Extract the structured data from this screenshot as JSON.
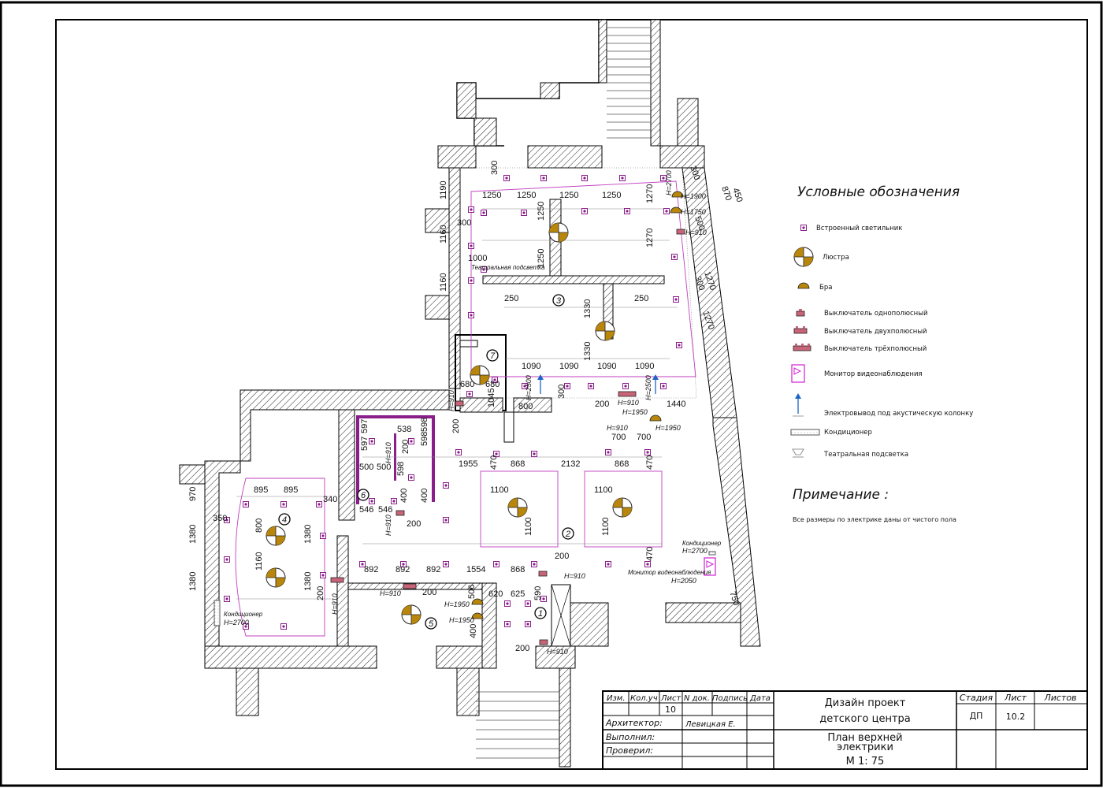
{
  "legend": {
    "title": "Условные обозначения",
    "items": [
      {
        "label": "Встроенный светильник",
        "icon": "recessed-light-icon"
      },
      {
        "label": "Люстра",
        "icon": "chandelier-icon"
      },
      {
        "label": "Бра",
        "icon": "sconce-icon"
      },
      {
        "label": "Выключатель однополюсный",
        "icon": "switch-1-icon"
      },
      {
        "label": "Выключатель двухполюсный",
        "icon": "switch-2-icon"
      },
      {
        "label": "Выключатель трёхполюсный",
        "icon": "switch-3-icon"
      },
      {
        "label": "Монитор видеонаблюдения",
        "icon": "cctv-monitor-icon"
      },
      {
        "label": "Электровывод под акустическую колонку",
        "icon": "speaker-outlet-icon"
      },
      {
        "label": "Кондиционер",
        "icon": "air-conditioner-icon"
      },
      {
        "label": "Театральная подсветка",
        "icon": "stage-light-icon"
      }
    ]
  },
  "note": {
    "title": "Примечание :",
    "text": "Все размеры по электрике даны от чистого пола"
  },
  "plan": {
    "rooms": [
      "1",
      "2",
      "3",
      "4",
      "5",
      "6",
      "7"
    ],
    "dims": {
      "d1250": "1250",
      "d1270": "1270",
      "d300": "300",
      "d1000": "1000",
      "d250": "250",
      "d1330": "1330",
      "d1090": "1090",
      "d680": "680",
      "d1045": "1045",
      "d800": "800",
      "d200": "200",
      "d1440": "1440",
      "d700": "700",
      "d870": "870",
      "d450": "450",
      "d500": "500",
      "d1190": "1190",
      "d1160": "1160",
      "d1955": "1955",
      "d868": "868",
      "d2132": "2132",
      "d470": "470",
      "d1100": "1100",
      "d892": "892",
      "d1554": "1554",
      "d895": "895",
      "d970": "970",
      "d1380": "1380",
      "d350": "350",
      "d340": "340",
      "d1160b": "1160",
      "d597": "597",
      "d538": "538",
      "d598": "598",
      "d546": "546",
      "d400": "400",
      "d620": "620",
      "d625": "625",
      "d590": "590",
      "d506": "506",
      "d750": "750"
    },
    "heights": {
      "h2700": "H=2700",
      "h1900": "H=1900",
      "h1750": "H=1750",
      "h910": "H=910",
      "h1950": "H=1950",
      "h2500": "H=2500",
      "h2050": "H=2050"
    },
    "labels": {
      "stage_light": "Театральная подсветка",
      "ac": "Кондиционер",
      "cctv": "Монитор видеонаблюдения"
    }
  },
  "titleblock": {
    "headers": [
      "Изм.",
      "Кол.уч",
      "Лист",
      "N док.",
      "Подпись",
      "Дата"
    ],
    "change_sheet": "10",
    "roles": [
      {
        "role": "Архитектор:",
        "name": "Левицкая Е."
      },
      {
        "role": "Выполнил:",
        "name": ""
      },
      {
        "role": "Проверил:",
        "name": ""
      }
    ],
    "project": "Дизайн проект детского центра",
    "drawing": "План верхней электрики",
    "scale": "М 1: 75",
    "stage_header": "Стадия",
    "sheet_header": "Лист",
    "sheets_header": "Листов",
    "stage": "ДП",
    "sheet": "10.2",
    "sheets": ""
  }
}
